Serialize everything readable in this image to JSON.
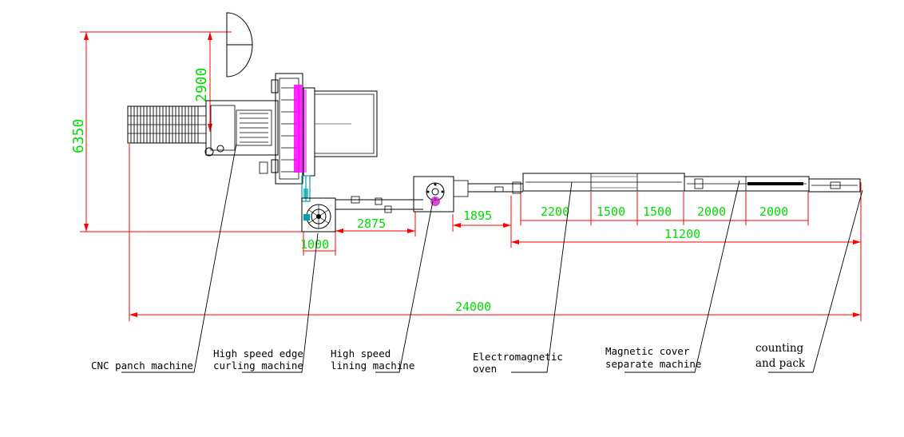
{
  "colors": {
    "dimension_line": "#ff0000",
    "dimension_text": "#00dd00",
    "outline": "#000000",
    "feeder_highlight": "#ff00ff",
    "conveyor_highlight": "#00a0b0"
  },
  "dimensions": {
    "total_height": "6350",
    "top_offset": "2900",
    "curling_width": "1000",
    "gap_curling_to_lining": "2875",
    "gap_lining_to_oven": "1895",
    "oven_segments": [
      "2200",
      "1500",
      "1500",
      "2000",
      "2000"
    ],
    "oven_line_total": "11200",
    "overall_length": "24000"
  },
  "machines": [
    {
      "id": "cnc",
      "lines": [
        "CNC panch machine"
      ]
    },
    {
      "id": "edge-curling",
      "lines": [
        "High speed edge",
        "curling machine"
      ]
    },
    {
      "id": "lining",
      "lines": [
        "High speed",
        "lining machine"
      ]
    },
    {
      "id": "oven",
      "lines": [
        "Electromagnetic",
        "oven"
      ]
    },
    {
      "id": "cover-separate",
      "lines": [
        "Magnetic cover",
        "separate machine"
      ]
    },
    {
      "id": "counting",
      "lines": [
        "counting",
        "and pack"
      ]
    }
  ]
}
